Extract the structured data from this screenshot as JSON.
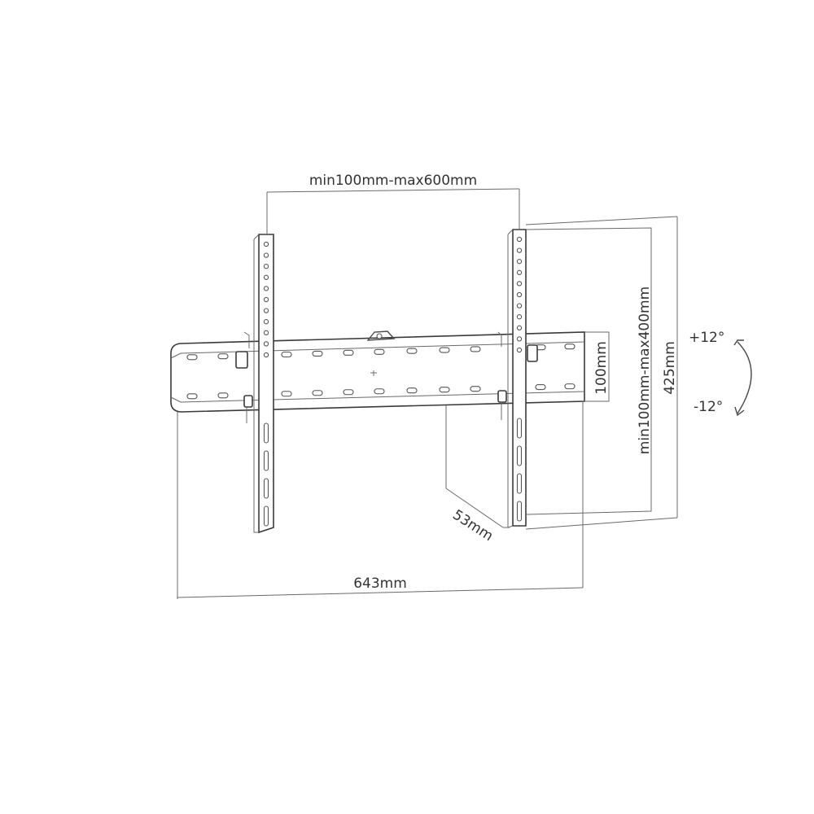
{
  "dimensions": {
    "vesa_width": "min100mm-max600mm",
    "vesa_height": "min100mm-max400mm",
    "bracket_height": "100mm",
    "overall_height": "425mm",
    "depth": "53mm",
    "overall_width": "643mm"
  },
  "tilt": {
    "up": "+12°",
    "down": "-12°"
  },
  "colors": {
    "line": "#4a4a4a",
    "text": "#333333",
    "background": "#ffffff"
  }
}
